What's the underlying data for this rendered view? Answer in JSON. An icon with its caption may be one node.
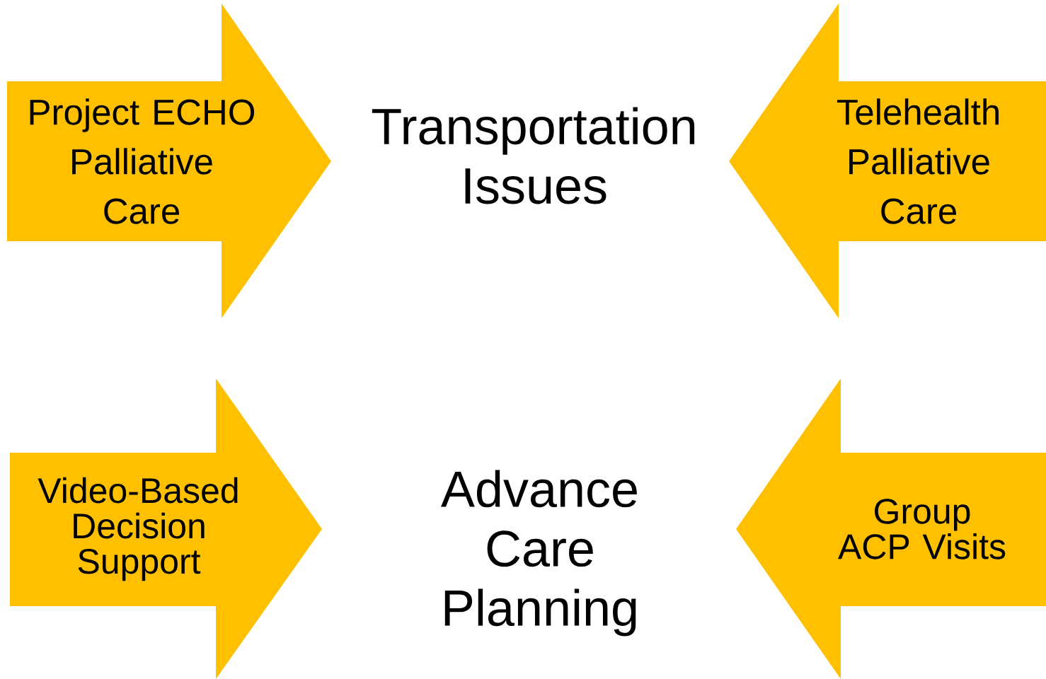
{
  "diagram": {
    "nodes": [
      {
        "text": [
          "Project ECHO Palliative Care"
        ]
      },
      {
        "text": [
          "Transportation Issues"
        ]
      },
      {
        "text": [
          "Telehealth Palliative Care"
        ]
      },
      {
        "text": [
          "Video-Based Decision Support"
        ]
      },
      {
        "text": [
          "Advance Care Planning"
        ]
      },
      {
        "text": [
          "Group ACP Visits"
        ]
      }
    ]
  }
}
